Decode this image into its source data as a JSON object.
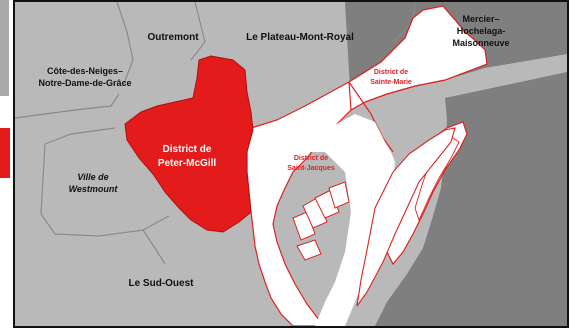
{
  "map": {
    "colors": {
      "land": "#b9b9b9",
      "water": "#7f7f7f",
      "highlight": "#e41b1b",
      "outline": "#dd2222",
      "boundary": "#8a8a8a"
    },
    "labels": {
      "outremont": "Outremont",
      "plateau": "Le Plateau-Mont-Royal",
      "mercier_1": "Mercier–",
      "mercier_2": "Hochelaga-",
      "mercier_3": "Maisonneuve",
      "cote_1": "Côte-des-Neiges–",
      "cote_2": "Notre-Dame-de-Grâce",
      "westmount_1": "Ville de",
      "westmount_2": "Westmount",
      "peter_1": "District de",
      "peter_2": "Peter-McGill",
      "jacques_1": "District de",
      "jacques_2": "Saint-Jacques",
      "marie_1": "District de",
      "marie_2": "Sainte-Marie",
      "sudouest": "Le Sud-Ouest"
    }
  }
}
